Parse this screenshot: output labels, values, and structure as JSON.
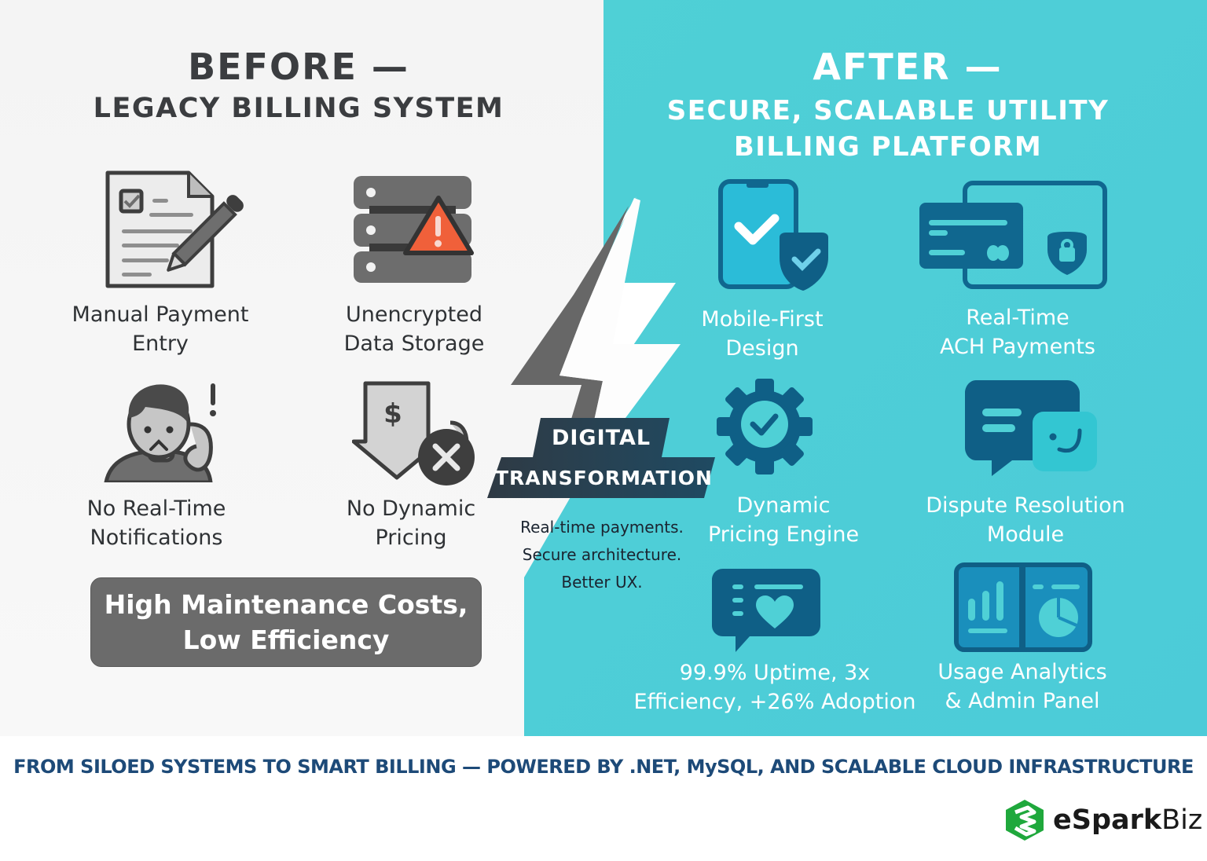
{
  "colors": {
    "teal": "#4fd0d6",
    "dark_gray": "#3b3d40",
    "mid_gray": "#6b6b6b",
    "navy_icon": "#0f5f86",
    "alert_orange": "#f0603a",
    "footer_blue": "#1d4a78",
    "brand_green": "#1fa83c"
  },
  "before": {
    "title": "BEFORE —",
    "subtitle": "LEGACY BILLING SYSTEM",
    "items": [
      {
        "icon": "document-pencil-icon",
        "line1": "Manual Payment",
        "line2": "Entry"
      },
      {
        "icon": "server-warning-icon",
        "line1": "Unencrypted",
        "line2": "Data Storage"
      },
      {
        "icon": "confused-person-icon",
        "line1": "No Real-Time",
        "line2": "Notifications"
      },
      {
        "icon": "price-down-x-icon",
        "line1": "No Dynamic",
        "line2": "Pricing"
      }
    ],
    "summary_line1": "High Maintenance Costs,",
    "summary_line2": "Low Efficiency"
  },
  "transition": {
    "badge_line1": "DIGITAL",
    "badge_line2": "TRANSFORMATION",
    "tagline1": "Real-time payments.",
    "tagline2": "Secure architecture.",
    "tagline3": "Better UX."
  },
  "after": {
    "title": "AFTER —",
    "subtitle_line1": "SECURE, SCALABLE UTILITY",
    "subtitle_line2": "BILLING PLATFORM",
    "items": [
      {
        "icon": "mobile-shield-icon",
        "line1": "Mobile-First",
        "line2": "Design"
      },
      {
        "icon": "card-lock-icon",
        "line1": "Real-Time",
        "line2": "ACH Payments"
      },
      {
        "icon": "gear-check-icon",
        "line1": "Dynamic",
        "line2": "Pricing Engine"
      },
      {
        "icon": "chat-smile-icon",
        "line1": "Dispute Resolution",
        "line2": "Module"
      },
      {
        "icon": "chat-heart-icon",
        "line1": "99.9% Uptime, 3x",
        "line2": "Efficiency, +26% Adoption"
      },
      {
        "icon": "analytics-dashboard-icon",
        "line1": "Usage Analytics",
        "line2": "& Admin Panel"
      }
    ]
  },
  "footer": {
    "text": "FROM SILOED SYSTEMS TO SMART BILLING — POWERED BY .NET, MySQL, AND SCALABLE CLOUD INFRASTRUCTURE"
  },
  "brand": {
    "name_bold": "eSpark",
    "name_regular": "Biz"
  }
}
